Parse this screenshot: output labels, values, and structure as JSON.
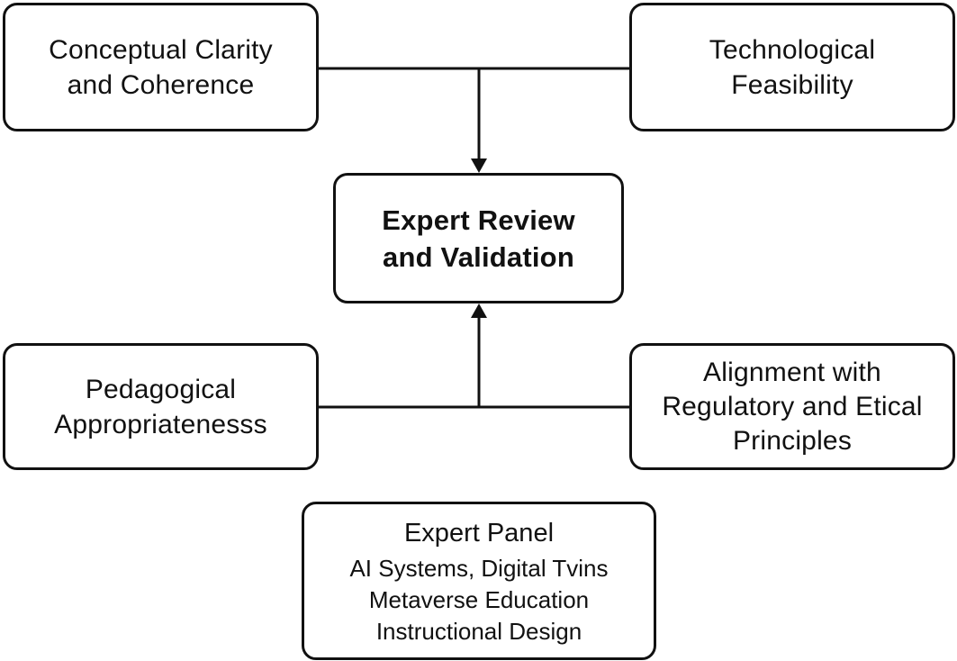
{
  "diagram": {
    "nodes": {
      "conceptual": {
        "lines": [
          "Conceptual Clarity",
          "and Coherence"
        ]
      },
      "technological": {
        "lines": [
          "Technological",
          "Feasibility"
        ]
      },
      "center": {
        "lines": [
          "Expert Review",
          "and Validation"
        ]
      },
      "pedagogical": {
        "lines": [
          "Pedagogical",
          "Appropriatenesss"
        ]
      },
      "alignment": {
        "lines": [
          "Alignment with",
          "Regulatory and Etical",
          "Principles"
        ]
      },
      "panel": {
        "title": "Expert Panel",
        "lines": [
          "AI Systems, Digital Tvins",
          "Metaverse Education",
          "Instructional Design"
        ]
      }
    },
    "colors": {
      "stroke": "#111111",
      "background": "#ffffff"
    }
  }
}
